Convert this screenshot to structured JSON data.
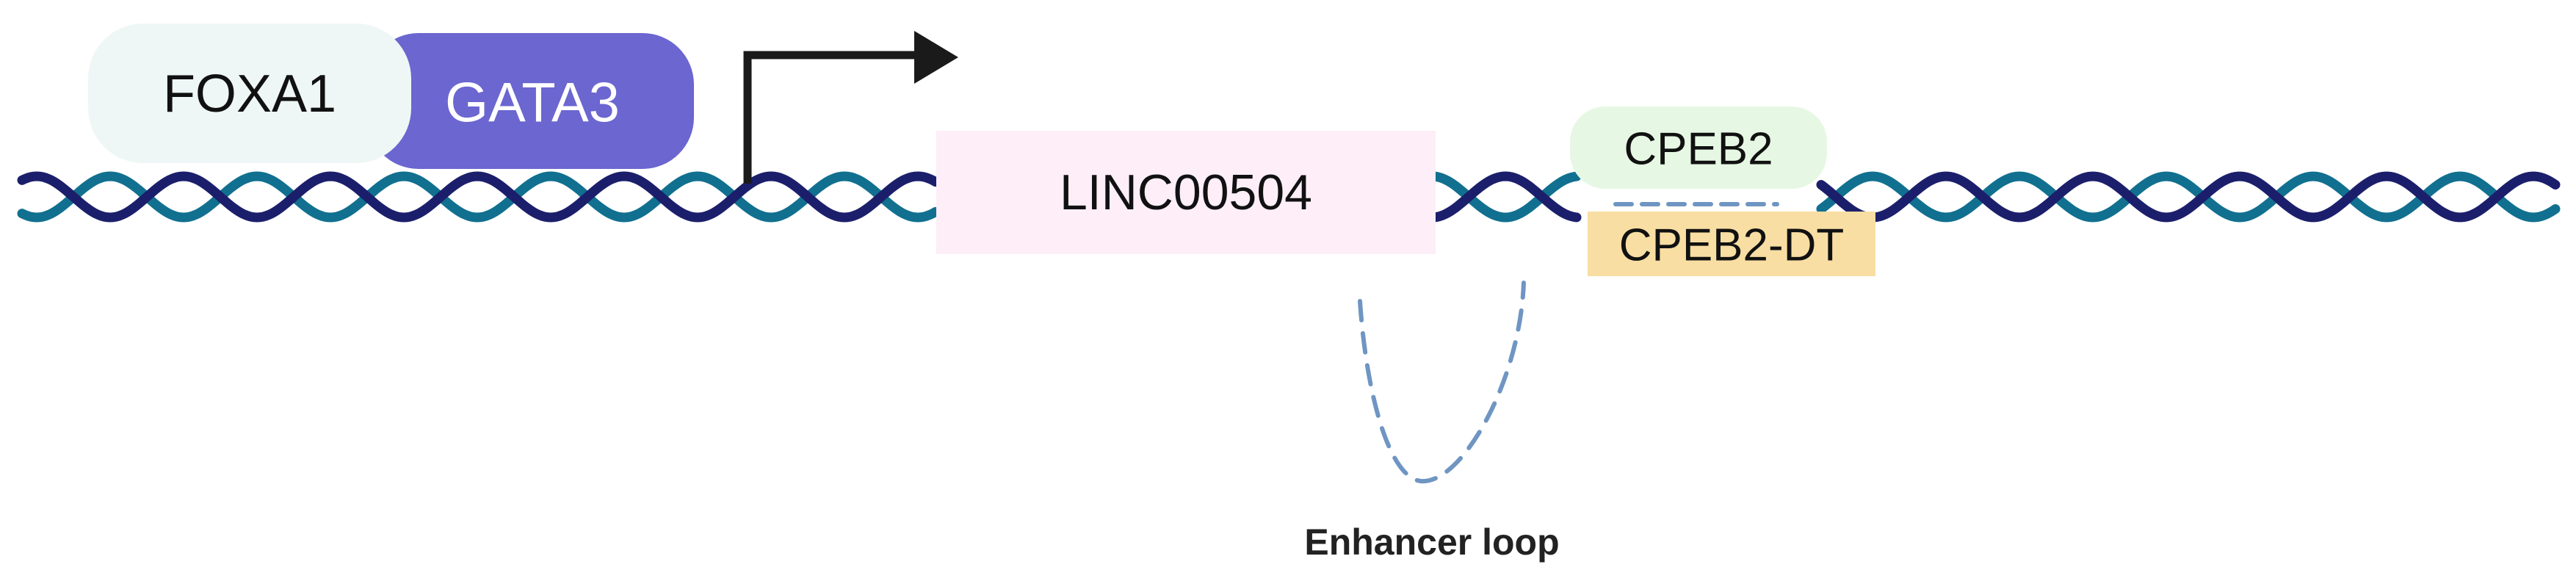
{
  "labels": {
    "foxa1": "FOXA1",
    "gata3": "GATA3",
    "linc": "LINC00504",
    "cpeb2": "CPEB2",
    "cpeb2_dt": "CPEB2-DT",
    "enhancer_loop": "Enhancer loop"
  },
  "colors": {
    "dna_strand_dark": "#1b1f6b",
    "dna_strand_light": "#11708f",
    "foxa1_fill": "#eef7f5",
    "gata3_fill": "#6b66d0",
    "gata3_text": "#ffffff",
    "linc_fill": "#fdeef8",
    "cpeb2_fill": "#e6f8e3",
    "cpeb2_dt_fill": "#f8dea3",
    "arrow": "#1a1a1a",
    "loop_dash": "#6f95c2",
    "text": "#111111"
  }
}
